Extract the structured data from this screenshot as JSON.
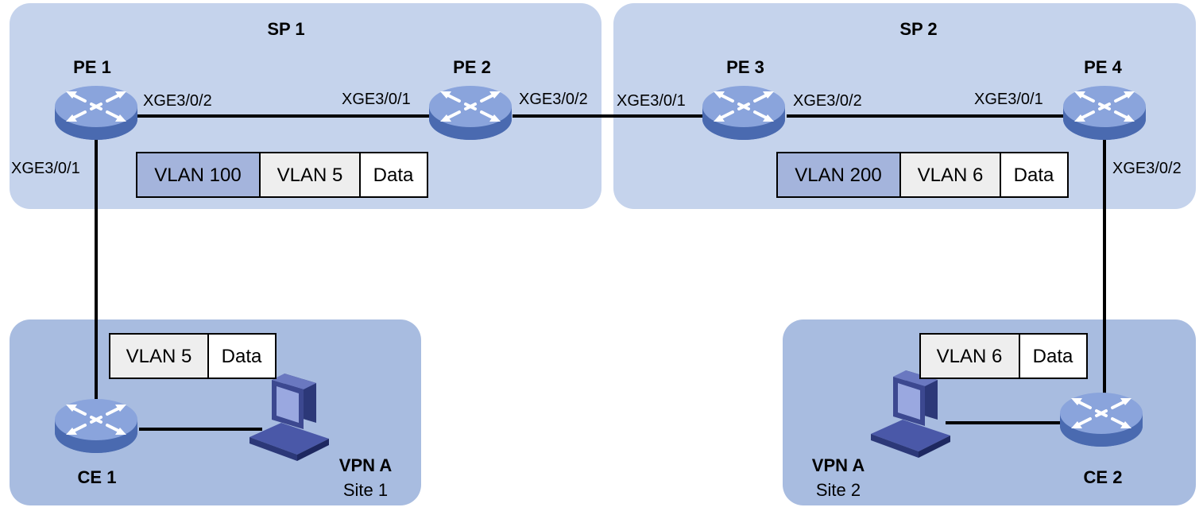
{
  "colors": {
    "sp_region": "#c5d3ec",
    "site_region": "#a8bce0",
    "vlan_outer": "#a4b4dc",
    "vlan_inner": "#eeeeee",
    "data_field": "#ffffff",
    "link": "#000000",
    "router_body": "#4a6ab0",
    "router_top": "#8aa4dc",
    "pc_body": "#3c4890"
  },
  "regions": {
    "sp1": "SP 1",
    "sp2": "SP 2"
  },
  "devices": {
    "pe1": "PE 1",
    "pe2": "PE 2",
    "pe3": "PE 3",
    "pe4": "PE 4",
    "ce1": "CE 1",
    "ce2": "CE 2"
  },
  "sites": {
    "site1": {
      "vpn": "VPN A",
      "site": "Site 1"
    },
    "site2": {
      "vpn": "VPN A",
      "site": "Site 2"
    }
  },
  "ports": {
    "pe1_down": "XGE3/0/1",
    "pe1_right": "XGE3/0/2",
    "pe2_left": "XGE3/0/1",
    "pe2_right": "XGE3/0/2",
    "pe3_left": "XGE3/0/1",
    "pe3_right": "XGE3/0/2",
    "pe4_left": "XGE3/0/1",
    "pe4_down": "XGE3/0/2"
  },
  "frames": {
    "sp1": [
      "VLAN 100",
      "VLAN 5",
      "Data"
    ],
    "sp2": [
      "VLAN 200",
      "VLAN 6",
      "Data"
    ],
    "site1": [
      "VLAN 5",
      "Data"
    ],
    "site2": [
      "VLAN 6",
      "Data"
    ]
  }
}
